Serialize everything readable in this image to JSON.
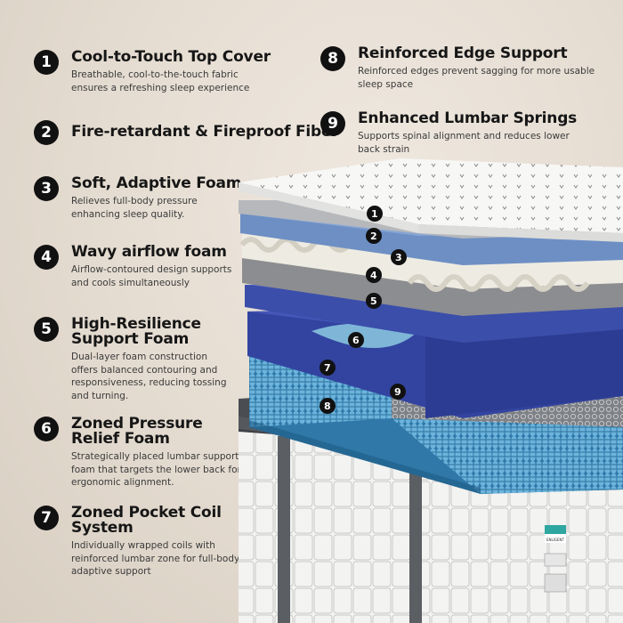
{
  "features": [
    {
      "num": "1",
      "title": "Cool-to-Touch Top Cover",
      "desc": "Breathable, cool-to-the-touch fabric\nensures a refreshing sleep experience"
    },
    {
      "num": "2",
      "title": "Fire-retardant & Fireproof Fiber",
      "desc": ""
    },
    {
      "num": "3",
      "title": "Soft, Adaptive Foam",
      "desc": "Relieves full-body pressure\nenhancing sleep quality."
    },
    {
      "num": "4",
      "title": "Wavy airflow foam",
      "desc": "Airflow-contoured design supports\nand cools simultaneously"
    },
    {
      "num": "5",
      "title": "High-Resilience\nSupport Foam",
      "desc": "Dual-layer foam construction\noffers balanced contouring and\nresponsiveness, reducing tossing\nand turning."
    },
    {
      "num": "6",
      "title": "Zoned Pressure\nRelief Foam",
      "desc": "Strategically placed lumbar support\nfoam that targets the lower back for\nergonomic alignment."
    },
    {
      "num": "7",
      "title": "Zoned Pocket Coil\nSystem",
      "desc": "Individually wrapped coils with\nreinforced lumbar zone for full-body\nadaptive support"
    },
    {
      "num": "8",
      "title": "Reinforced Edge Support",
      "desc": "Reinforced edges prevent sagging for more usable\nsleep space"
    },
    {
      "num": "9",
      "title": "Enhanced Lumbar Springs",
      "desc": "Supports spinal alignment and reduces lower\nback strain"
    }
  ],
  "diagram_labels": [
    "1",
    "2",
    "3",
    "4",
    "5",
    "6",
    "7",
    "8",
    "9"
  ],
  "tag_text": "ENLIGENT",
  "colors": {
    "badge": "#111111",
    "background": "#e4dbd0",
    "blue_foam": "#3d4f9e",
    "coil_blue": "#4f9cc8",
    "grey_foam": "#9a9a9c"
  },
  "icons": [
    "mattress-diagram",
    "number-badge"
  ]
}
